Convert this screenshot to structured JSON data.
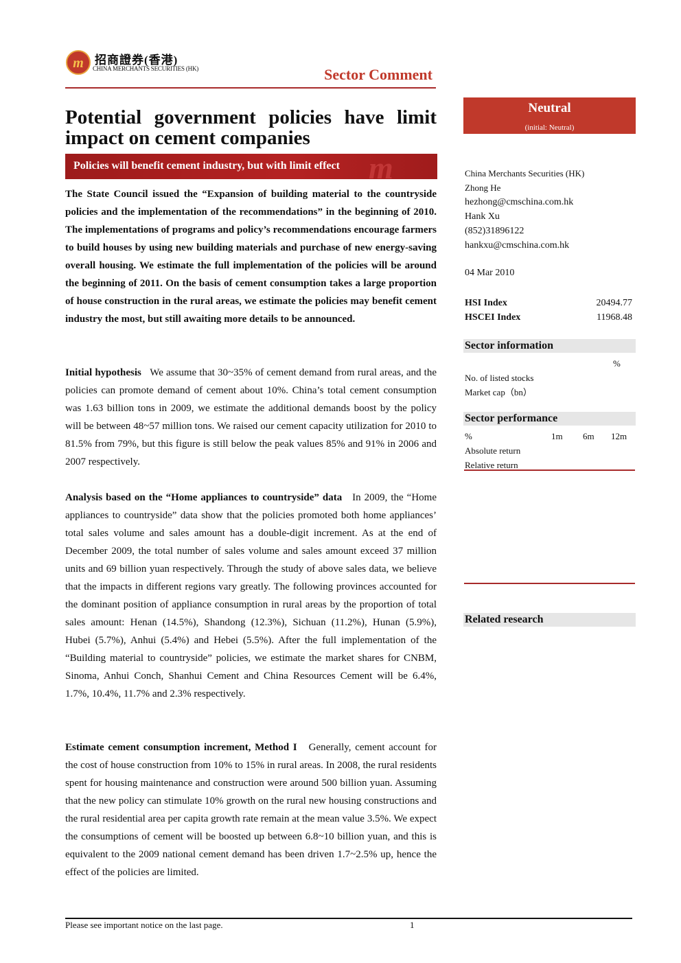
{
  "header": {
    "logo_cn": "招商證券(香港)",
    "logo_en": "CHINA MERCHANTS SECURITIES (HK)",
    "doc_type": "Sector  Comment"
  },
  "title": {
    "line1": "Potential government policies have limit",
    "line2": "impact on cement companies"
  },
  "banner": "Policies will benefit cement industry, but with limit effect",
  "summary": "The State Council issued the “Expansion of building material to the countryside policies and the implementation of the recommendations” in the beginning of 2010. The implementations of programs and policy’s recommendations encourage farmers to build houses by using new building materials and purchase of new energy-saving overall housing. We estimate the full implementation of the policies will be around the beginning of 2011. On the basis of cement consumption takes a large proportion of house construction in the rural areas, we estimate the policies may benefit cement industry the most, but still awaiting more details to be announced.",
  "sections": [
    {
      "heading": "Initial hypothesis",
      "body": "We assume that 30~35% of cement demand from rural areas, and the policies can promote demand of cement about 10%. China’s total cement consumption was 1.63 billion tons in 2009, we estimate the additional demands boost by the policy will be between 48~57 million tons. We raised our cement capacity utilization for 2010 to 81.5% from 79%, but this figure is still below the peak values 85% and 91% in 2006 and 2007 respectively."
    },
    {
      "heading": "Analysis based on the “Home appliances to countryside” data",
      "body": "In 2009, the “Home appliances to countryside” data show that the policies promoted both home appliances’ total sales volume and sales amount has a double-digit increment. As at the end of December 2009, the total number of sales volume and sales amount exceed 37 million units and 69 billion yuan respectively. Through the study of above sales data, we believe that the impacts in different regions vary greatly. The following provinces accounted for the dominant position of appliance consumption in rural areas by the proportion of total sales amount: Henan (14.5%), Shandong (12.3%), Sichuan (11.2%), Hunan (5.9%), Hubei (5.7%), Anhui (5.4%) and Hebei (5.5%).   After the full implementation of the “Building material to countryside” policies, we estimate the market shares for CNBM, Sinoma, Anhui Conch, Shanhui Cement and China Resources Cement will be 6.4%, 1.7%, 10.4%, 11.7% and 2.3% respectively."
    },
    {
      "heading": "Estimate cement consumption increment, Method I",
      "body": "Generally, cement account for the cost of house construction from 10% to 15% in rural areas. In 2008, the rural residents spent for housing maintenance and construction were around 500 billion yuan. Assuming that the new policy can stimulate 10% growth on the rural new housing constructions and the rural residential area per capita growth rate remain at the mean value 3.5%. We expect the consumptions of cement will be boosted up between 6.8~10 billion yuan, and this is equivalent to the 2009 national cement demand has been driven 1.7~2.5% up, hence the effect of the policies are limited."
    }
  ],
  "rating": {
    "label": "Neutral",
    "initial": "(initial:   Neutral)"
  },
  "contacts": [
    "China Merchants Securities (HK)",
    "Zhong He",
    "hezhong@cmschina.com.hk",
    "Hank Xu",
    "(852)31896122",
    "hankxu@cmschina.com.hk"
  ],
  "date": "04 Mar 2010",
  "indices": [
    {
      "label": "HSI Index",
      "value": "20494.77"
    },
    {
      "label": "HSCEI Index",
      "value": "11968.48"
    }
  ],
  "sector_info": {
    "heading": "Sector  information",
    "unit": "%",
    "rows": [
      "No. of listed stocks",
      "Market cap（bn）"
    ]
  },
  "sector_perf": {
    "heading": "Sector  performance",
    "col0": "%",
    "col1": "1m",
    "col2": "6m",
    "col3": "12m",
    "rows": [
      "Absolute return",
      "Relative return"
    ]
  },
  "related_research": "Related research",
  "footer": {
    "notice": "Please see important notice on the last page.",
    "page": "1"
  },
  "colors": {
    "accent": "#c0392b",
    "rule": "#a82a2a"
  }
}
